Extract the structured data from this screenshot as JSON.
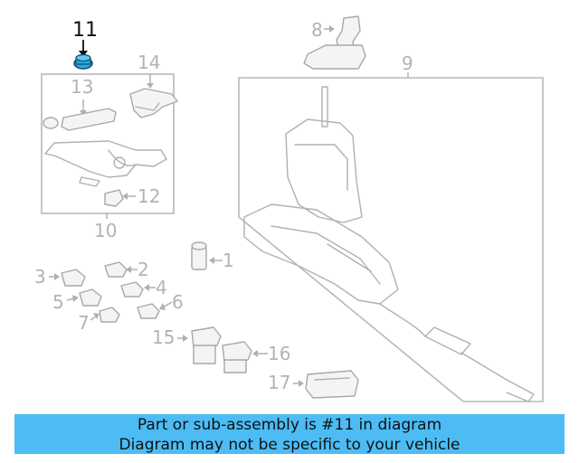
{
  "highlight": {
    "label": "11",
    "color": "#29a8e0"
  },
  "callouts": {
    "c1": "1",
    "c2": "2",
    "c3": "3",
    "c4": "4",
    "c5": "5",
    "c6": "6",
    "c7": "7",
    "c8": "8",
    "c9": "9",
    "c10": "10",
    "c12": "12",
    "c13": "13",
    "c14": "14",
    "c15": "15",
    "c16": "16",
    "c17": "17"
  },
  "banner": {
    "line1": "Part or sub-assembly is #11 in diagram",
    "line2": "Diagram may not be specific to your vehicle",
    "color": "#4dbcf5"
  }
}
